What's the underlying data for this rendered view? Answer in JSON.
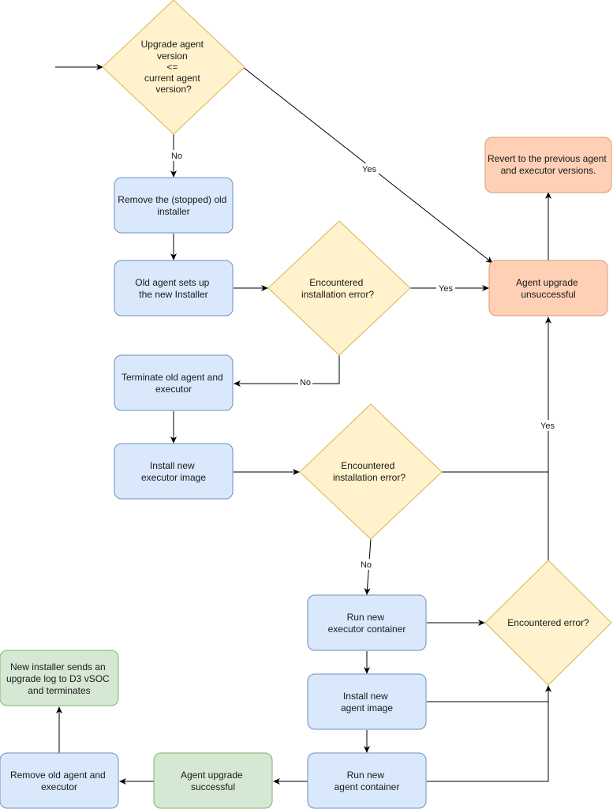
{
  "nodes": {
    "d1": [
      "Upgrade agent",
      "version",
      "<=",
      "current agent",
      "version?"
    ],
    "remove_installer": [
      "Remove the (stopped) old",
      "installer"
    ],
    "old_agent_setup": [
      "Old agent sets up",
      "the new Installer"
    ],
    "d2": [
      "Encountered",
      "installation error?"
    ],
    "terminate_old": [
      "Terminate old agent and",
      "executor"
    ],
    "install_executor": [
      "Install new",
      "executor image"
    ],
    "d3": [
      "Encountered",
      "installation error?"
    ],
    "run_executor": [
      "Run new",
      "executor container"
    ],
    "d4": [
      "Encountered error?"
    ],
    "install_agent": [
      "Install new",
      "agent image"
    ],
    "run_agent": [
      "Run new",
      "agent container"
    ],
    "success": [
      "Agent upgrade",
      "successful"
    ],
    "remove_old": [
      "Remove old agent and",
      "executor"
    ],
    "send_log": [
      "New installer sends an",
      "upgrade log to D3 vSOC",
      "and terminates"
    ],
    "unsuccessful": [
      "Agent upgrade",
      "unsuccessful"
    ],
    "revert": [
      "Revert to the previous agent",
      "and executor versions."
    ]
  },
  "edge_labels": {
    "d1_no": "No",
    "d1_yes": "Yes",
    "d2_yes": "Yes",
    "d2_no": "No",
    "d3_no": "No",
    "d4_yes": "Yes"
  }
}
